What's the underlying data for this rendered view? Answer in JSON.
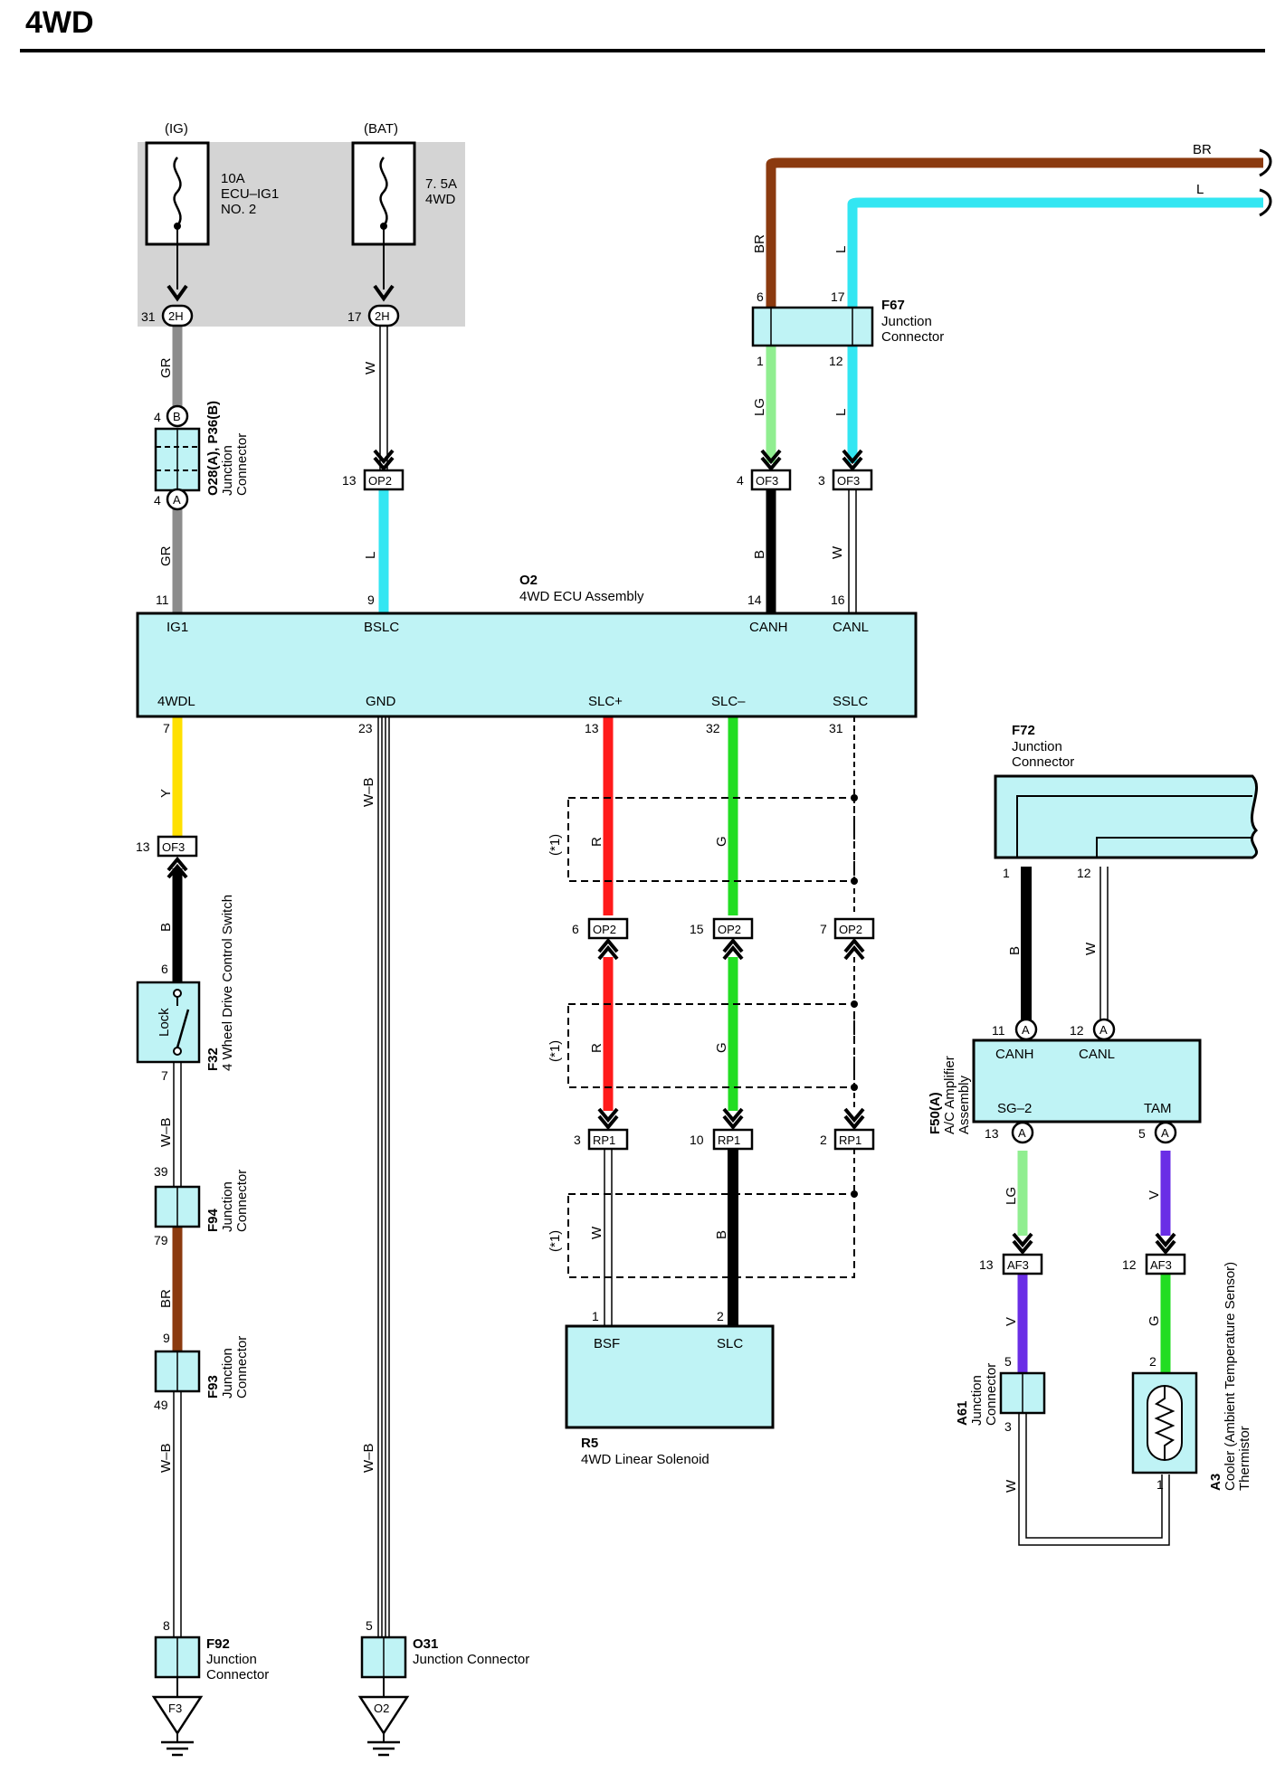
{
  "page": {
    "title": "4WD"
  },
  "power": {
    "ig": {
      "source": "(IG)",
      "fuse_amp": "10A",
      "fuse_name_1": "ECU–IG1",
      "fuse_name_2": "NO. 2",
      "pin": "31",
      "conn": "2H"
    },
    "bat": {
      "source": "(BAT)",
      "fuse_amp": "7. 5A",
      "fuse_name": "4WD",
      "pin": "17",
      "conn": "2H"
    }
  },
  "wire_colors": {
    "GR": "#8c8c8c",
    "W": "#ffffff",
    "L": "#33e6f2",
    "LG": "#90ee90",
    "B": "#000000",
    "Y": "#ffe000",
    "R": "#ff1a1a",
    "G": "#22dd22",
    "BR": "#8b3a0f",
    "V": "#6a2ee6",
    "W-B": "#ffffff"
  },
  "wires": {
    "gr": "GR",
    "w": "W",
    "l": "L",
    "lg": "LG",
    "b": "B",
    "y": "Y",
    "r": "R",
    "g": "G",
    "br": "BR",
    "v": "V",
    "wb": "W–B",
    "shield": "(*1)"
  },
  "connectors": {
    "o28": {
      "id": "O28(A), P36(B)",
      "name1": "Junction",
      "name2": "Connector",
      "pin_b": "4",
      "tag_b": "B",
      "pin_a": "4",
      "tag_a": "A"
    },
    "op2_top": {
      "pin": "13",
      "tag": "OP2"
    },
    "of3_a": {
      "pin": "4",
      "tag": "OF3"
    },
    "of3_b": {
      "pin": "3",
      "tag": "OF3"
    },
    "f67": {
      "id": "F67",
      "name1": "Junction",
      "name2": "Connector",
      "pin_6": "6",
      "pin_17": "17",
      "pin_1": "1",
      "pin_12": "12"
    },
    "of3_c": {
      "pin": "13",
      "tag": "OF3"
    },
    "op2_a": {
      "pin": "6",
      "tag": "OP2"
    },
    "op2_b": {
      "pin": "15",
      "tag": "OP2"
    },
    "op2_c": {
      "pin": "7",
      "tag": "OP2"
    },
    "rp1_a": {
      "pin": "3",
      "tag": "RP1"
    },
    "rp1_b": {
      "pin": "10",
      "tag": "RP1"
    },
    "rp1_c": {
      "pin": "2",
      "tag": "RP1"
    },
    "f32": {
      "id": "F32",
      "name": "4 Wheel Drive Control Switch",
      "label": "Lock",
      "pin_top": "6",
      "pin_bot": "7"
    },
    "f94": {
      "id": "F94",
      "name1": "Junction",
      "name2": "Connector",
      "pin_top": "39",
      "pin_bot": "79"
    },
    "f93": {
      "id": "F93",
      "name1": "Junction",
      "name2": "Connector",
      "pin_top": "9",
      "pin_bot": "49"
    },
    "f92": {
      "id": "F92",
      "name1": "Junction",
      "name2": "Connector",
      "pin": "8",
      "ground": "F3"
    },
    "o31": {
      "id": "O31",
      "name": "Junction Connector",
      "pin": "5",
      "ground": "O2"
    },
    "f72": {
      "id": "F72",
      "name1": "Junction",
      "name2": "Connector",
      "pin_1": "1",
      "pin_12": "12"
    },
    "af3_a": {
      "pin": "13",
      "tag": "AF3"
    },
    "af3_b": {
      "pin": "12",
      "tag": "AF3"
    },
    "a61": {
      "id": "A61",
      "name1": "Junction",
      "name2": "Connector",
      "pin_top": "5",
      "pin_bot": "3"
    },
    "a3": {
      "id": "A3",
      "name1": "Cooler (Ambient Temperature Sensor)",
      "name2": "Thermistor",
      "pin_top": "2",
      "pin_bot": "1"
    }
  },
  "ecu": {
    "id": "O2",
    "name": "4WD ECU Assembly",
    "pins_top": [
      {
        "num": "11",
        "label": "IG1"
      },
      {
        "num": "9",
        "label": "BSLC"
      },
      {
        "num": "14",
        "label": "CANH"
      },
      {
        "num": "16",
        "label": "CANL"
      }
    ],
    "pins_bottom": [
      {
        "num": "7",
        "label": "4WDL"
      },
      {
        "num": "23",
        "label": "GND"
      },
      {
        "num": "13",
        "label": "SLC+"
      },
      {
        "num": "32",
        "label": "SLC–"
      },
      {
        "num": "31",
        "label": "SSLC"
      }
    ]
  },
  "solenoid": {
    "id": "R5",
    "name": "4WD Linear Solenoid",
    "pin1": "1",
    "label1": "BSF",
    "pin2": "2",
    "label2": "SLC"
  },
  "amplifier": {
    "id": "F50(A)",
    "name1": "A/C Amplifier",
    "name2": "Assembly",
    "pin_canh": "11",
    "label_canh": "CANH",
    "pin_canl": "12",
    "label_canl": "CANL",
    "pin_sg2": "13",
    "label_sg2": "SG–2",
    "pin_tam": "5",
    "label_tam": "TAM",
    "tag": "A"
  }
}
